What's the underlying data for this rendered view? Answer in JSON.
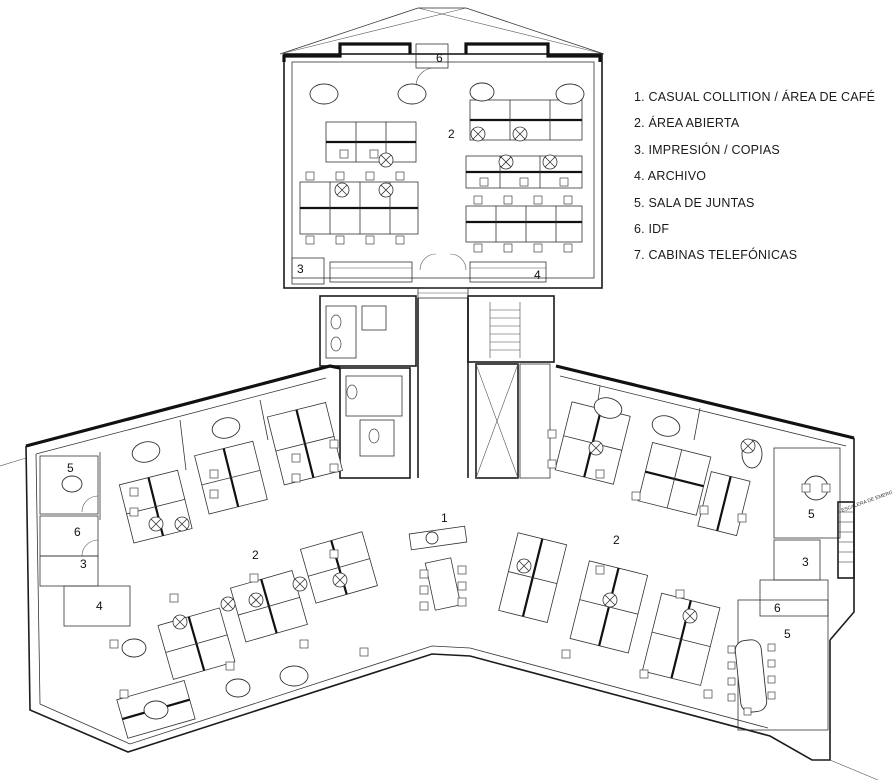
{
  "legend": [
    "1. CASUAL COLLITION / ÁREA DE CAFÉ",
    "2. ÁREA ABIERTA",
    "3. IMPRESIÓN / COPIAS",
    "4. ARCHIVO",
    "5. SALA DE JUNTAS",
    "6. IDF",
    "7. CABINAS TELEFÓNICAS"
  ],
  "zone_labels": {
    "top_open_area": "2",
    "top_idf": "6",
    "top_printing": "3",
    "top_archive": "4",
    "cafe": "1",
    "left_open_area": "2",
    "right_open_area": "2",
    "left_meeting_room": "5",
    "left_idf": "6",
    "left_printing": "3",
    "left_archive": "4",
    "right_meeting_room_upper": "5",
    "right_printing": "3",
    "right_idf": "6",
    "right_meeting_room_lower": "5"
  },
  "stair_label": "ESCALERA DE EMERGENCIA"
}
